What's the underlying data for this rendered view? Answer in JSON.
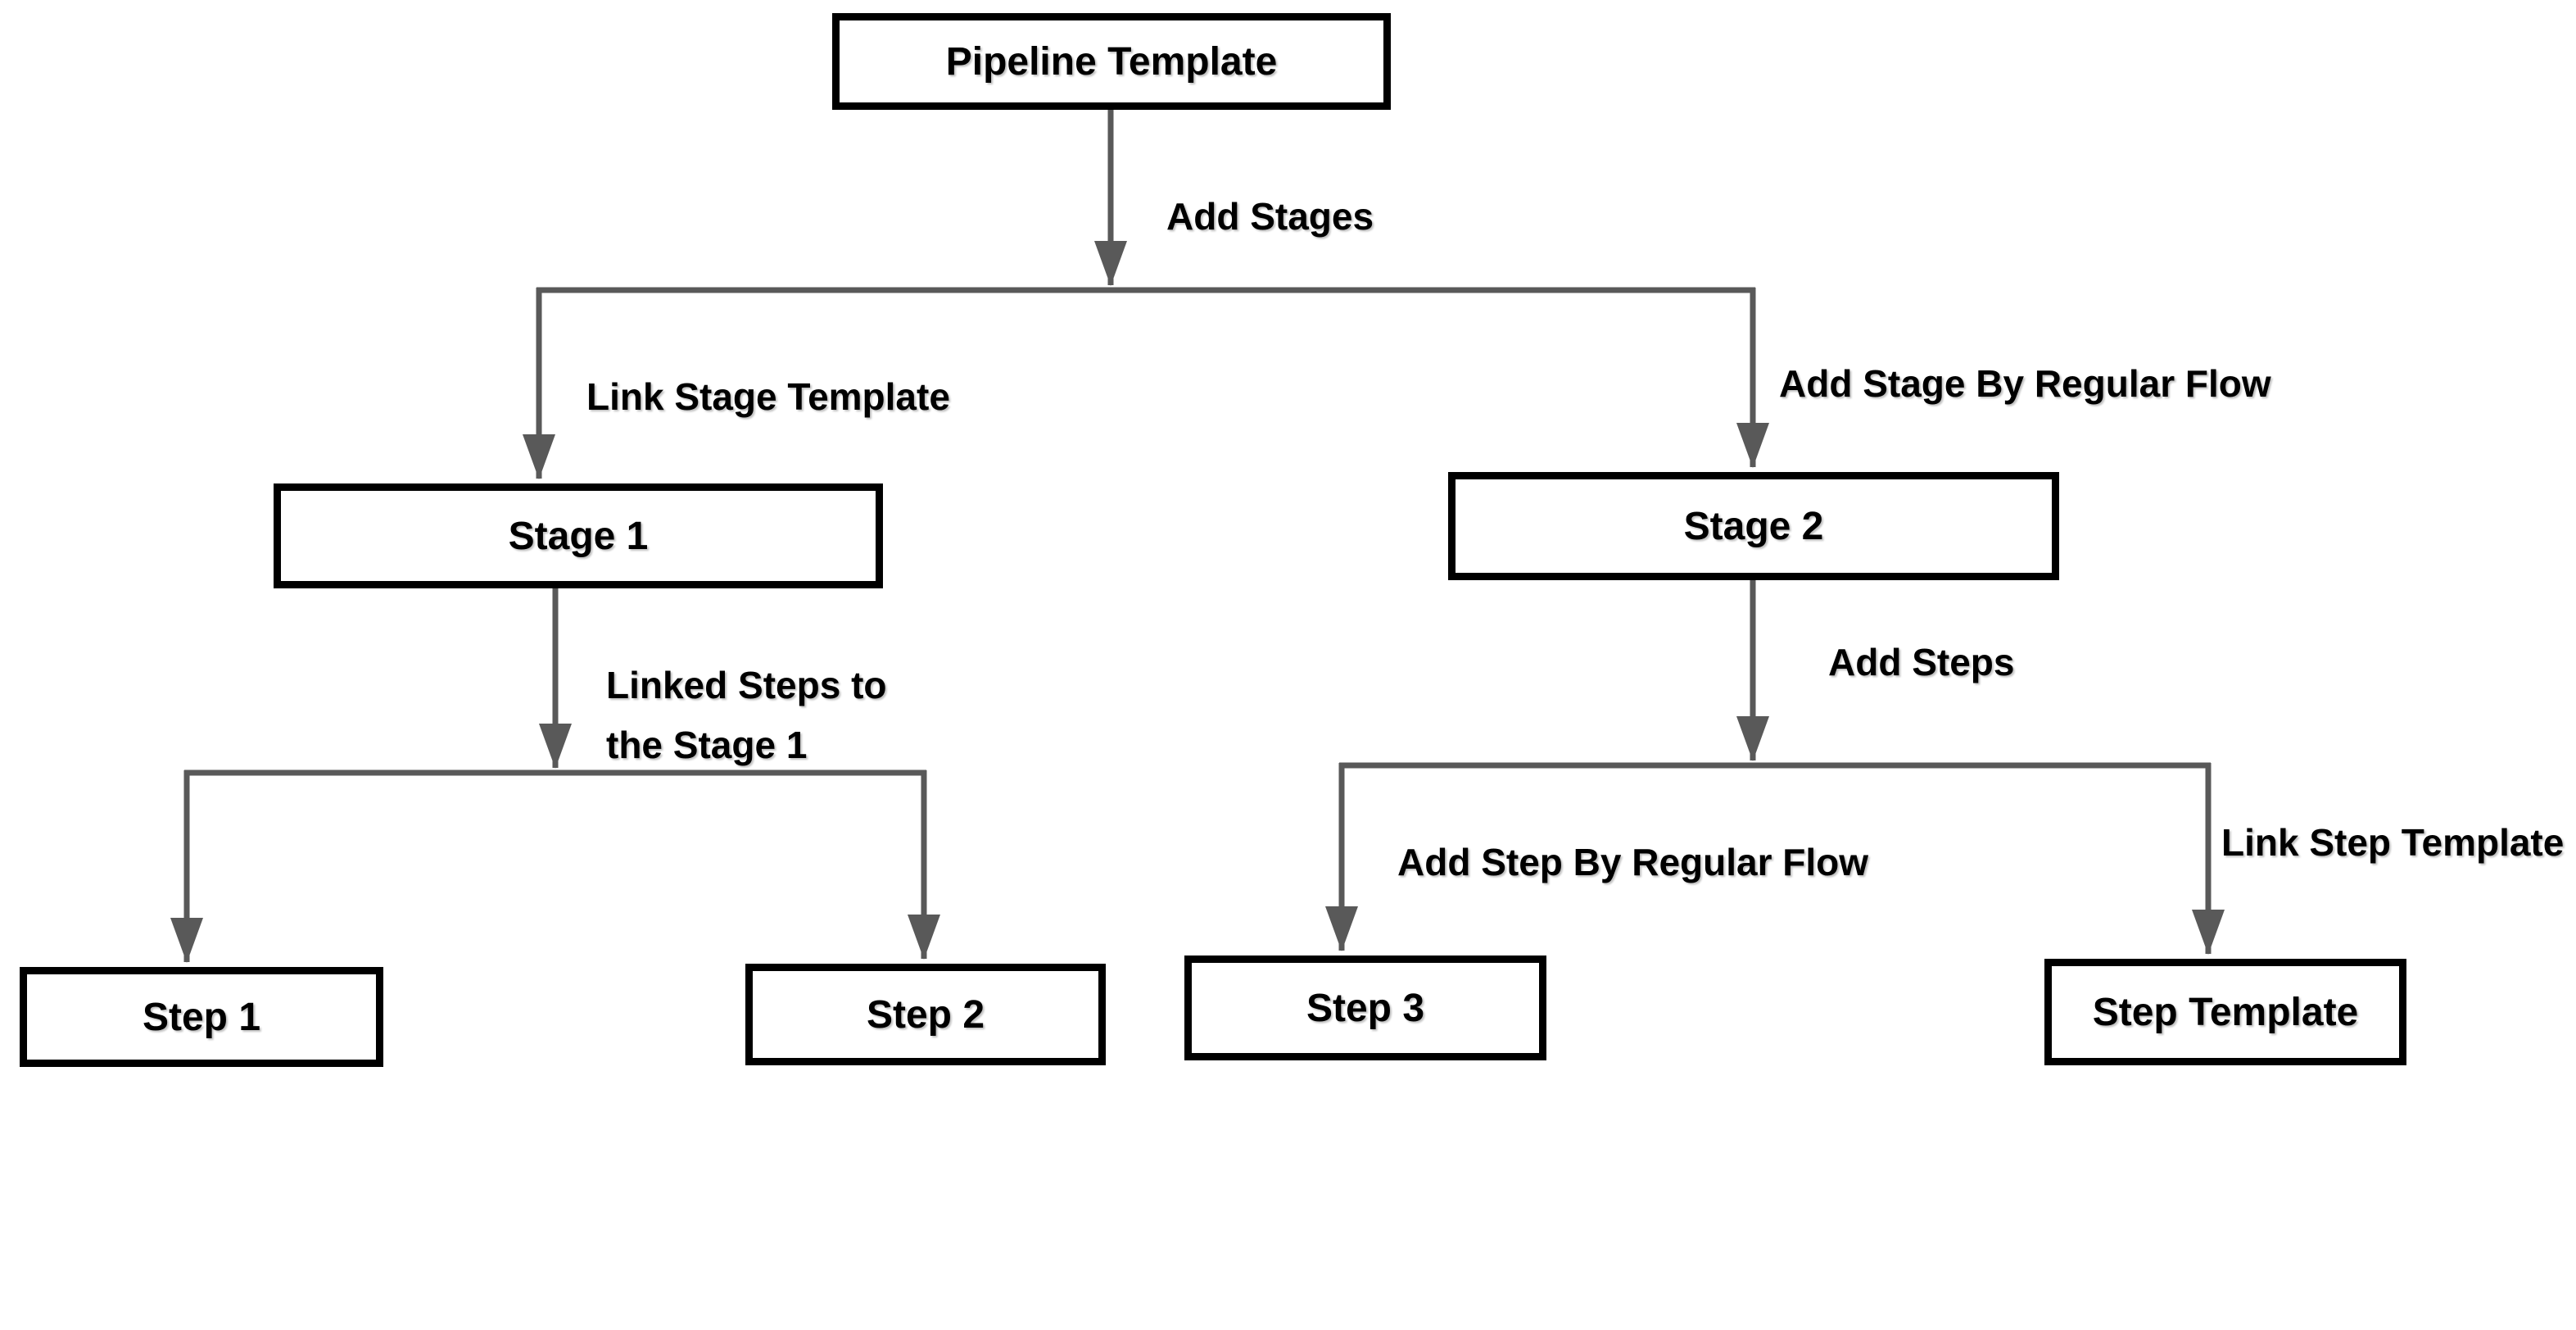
{
  "diagram": {
    "background_color": "#ffffff",
    "connector_color": "#595959",
    "box_border_color": "#000000",
    "box_fill_color": "#ffffff",
    "text_color": "#000000",
    "nodes": [
      {
        "id": "pipeline-template",
        "label": "Pipeline Template"
      },
      {
        "id": "stage-1",
        "label": "Stage 1"
      },
      {
        "id": "stage-2",
        "label": "Stage 2"
      },
      {
        "id": "step-1",
        "label": "Step 1"
      },
      {
        "id": "step-2",
        "label": "Step 2"
      },
      {
        "id": "step-3",
        "label": "Step 3"
      },
      {
        "id": "step-template",
        "label": "Step Template"
      }
    ],
    "edge_labels": [
      {
        "id": "add-stages",
        "label": "Add Stages"
      },
      {
        "id": "link-stage-template",
        "label": "Link Stage Template"
      },
      {
        "id": "add-stage-by-regular-flow",
        "label": "Add Stage By Regular Flow"
      },
      {
        "id": "linked-steps-to-the-stage-1",
        "label": "Linked Steps to the Stage 1",
        "line1": "Linked Steps to",
        "line2": "the Stage 1"
      },
      {
        "id": "add-steps",
        "label": "Add Steps"
      },
      {
        "id": "add-step-by-regular-flow",
        "label": "Add Step By Regular Flow"
      },
      {
        "id": "link-step-template",
        "label": "Link Step Template"
      }
    ],
    "edges": [
      {
        "from": "pipeline-template",
        "to": "stage-1",
        "label": "Link Stage Template"
      },
      {
        "from": "pipeline-template",
        "to": "stage-2",
        "label": "Add Stage By Regular Flow"
      },
      {
        "from": "stage-1",
        "to": "step-1",
        "label": "Linked Steps to the Stage 1"
      },
      {
        "from": "stage-1",
        "to": "step-2",
        "label": "Linked Steps to the Stage 1"
      },
      {
        "from": "stage-2",
        "to": "step-3",
        "label": "Add Step By Regular Flow"
      },
      {
        "from": "stage-2",
        "to": "step-template",
        "label": "Link Step Template"
      }
    ]
  }
}
